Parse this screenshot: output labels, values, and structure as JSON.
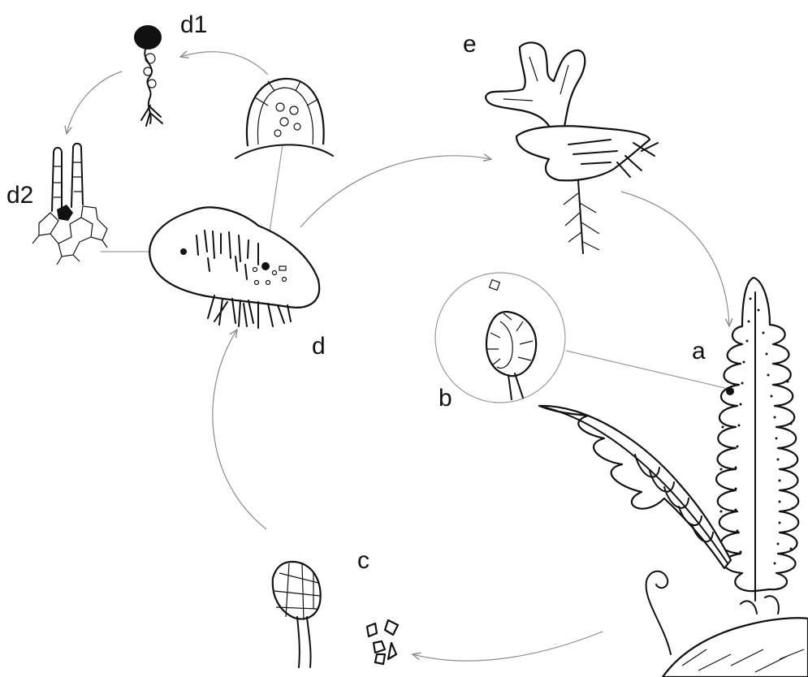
{
  "labels": {
    "a": "a",
    "b": "b",
    "c": "c",
    "d": "d",
    "d1": "d1",
    "d2": "d2",
    "e": "e"
  },
  "colors": {
    "ink": "#111111",
    "arrow": "#8c8c8c",
    "background": "#ffffff"
  }
}
